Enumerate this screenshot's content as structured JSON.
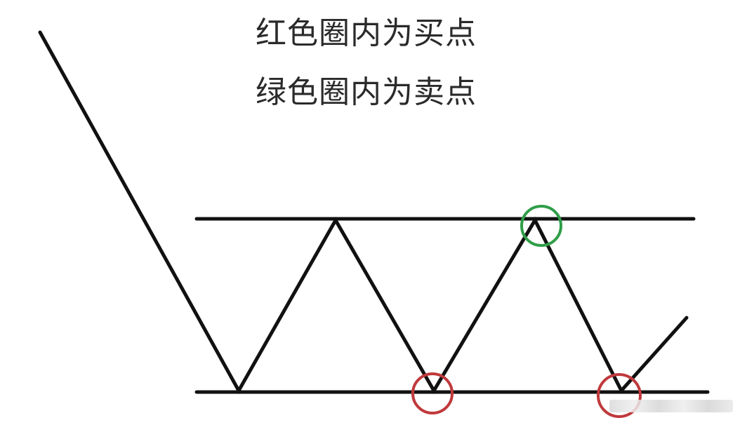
{
  "captions": {
    "line1": "红色圈内为买点",
    "line2": "绿色圈内为卖点"
  },
  "colors": {
    "line": "#111111",
    "buy_circle": "#c0393c",
    "sell_circle": "#2f9e48",
    "text": "#2a2a2a"
  },
  "markers": {
    "buy_count": 2,
    "sell_count": 1
  }
}
